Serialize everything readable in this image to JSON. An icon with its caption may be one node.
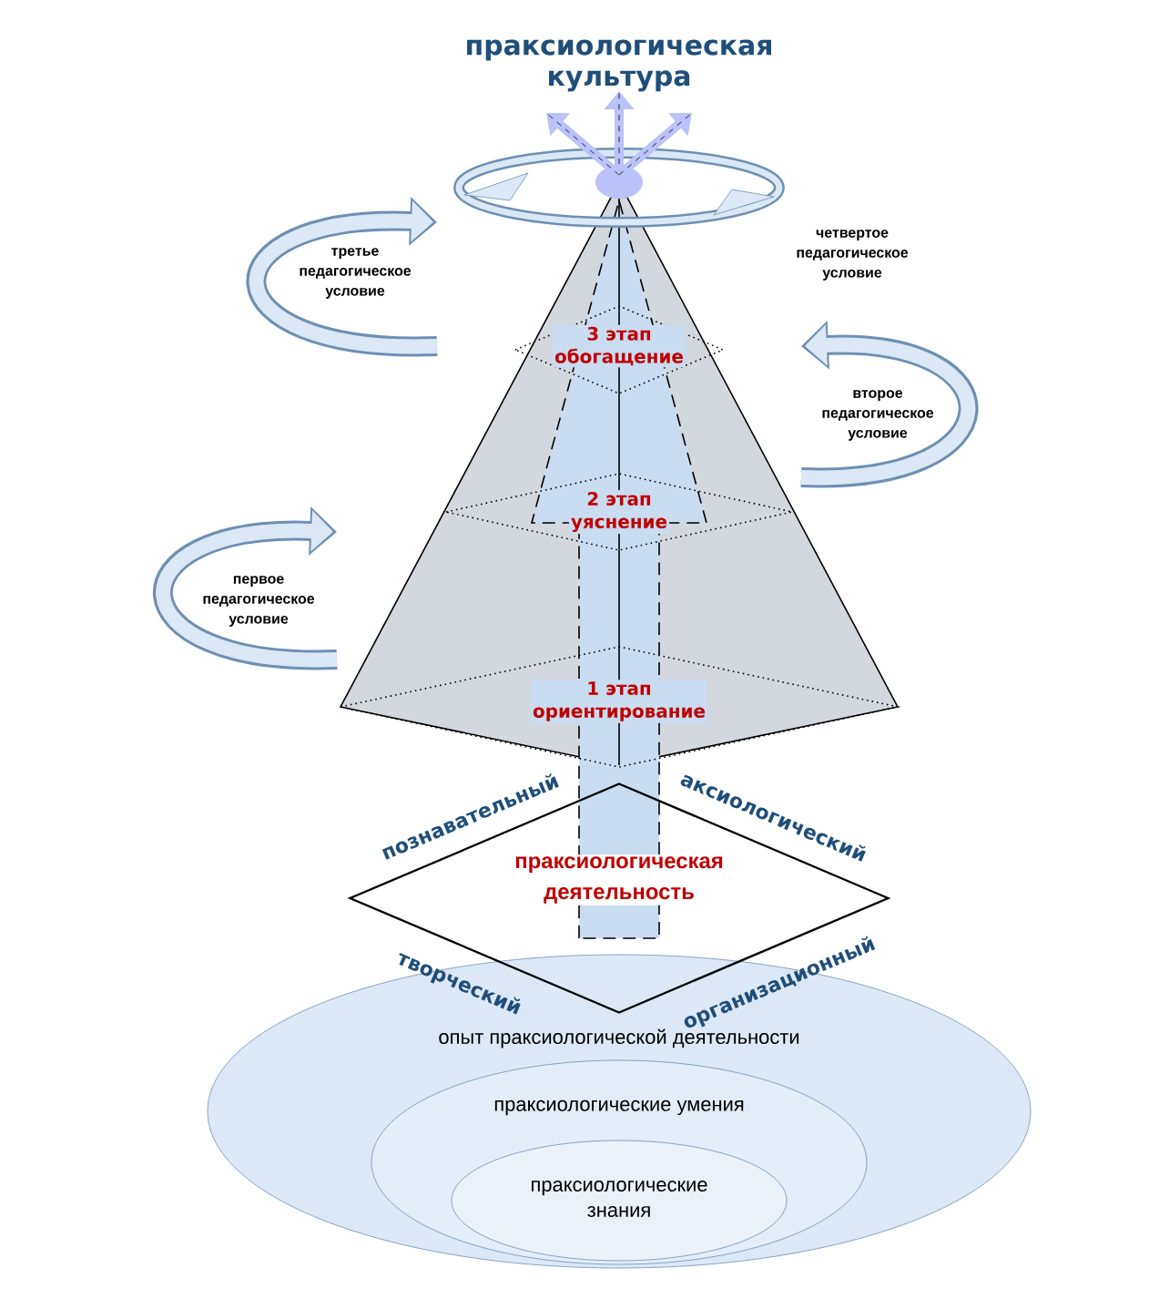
{
  "diagram": {
    "title": "праксиологическая культура",
    "nodes": [
      {
        "text": [
          "опыт праксиологической деятельности"
        ]
      },
      {
        "text": [
          "праксиологические умения"
        ],
        "in": 0
      },
      {
        "text": [
          "праксиологические знания"
        ],
        "in": 1
      },
      {
        "text": [
          "праксиологическая деятельность"
        ]
      },
      {
        "text": [
          "1 этап",
          "ориентирование"
        ]
      },
      {
        "text": [
          "2 этап",
          "уяснение"
        ]
      },
      {
        "text": [
          "3 этап",
          "обогащение"
        ]
      }
    ],
    "labels": [
      "третье педагогическое условие",
      "четвертое педагогическое условие",
      "второе педагогическое условие",
      "первое педагогическое условие",
      "познавательный",
      "аксиологический",
      "творческий",
      "организационный"
    ]
  }
}
